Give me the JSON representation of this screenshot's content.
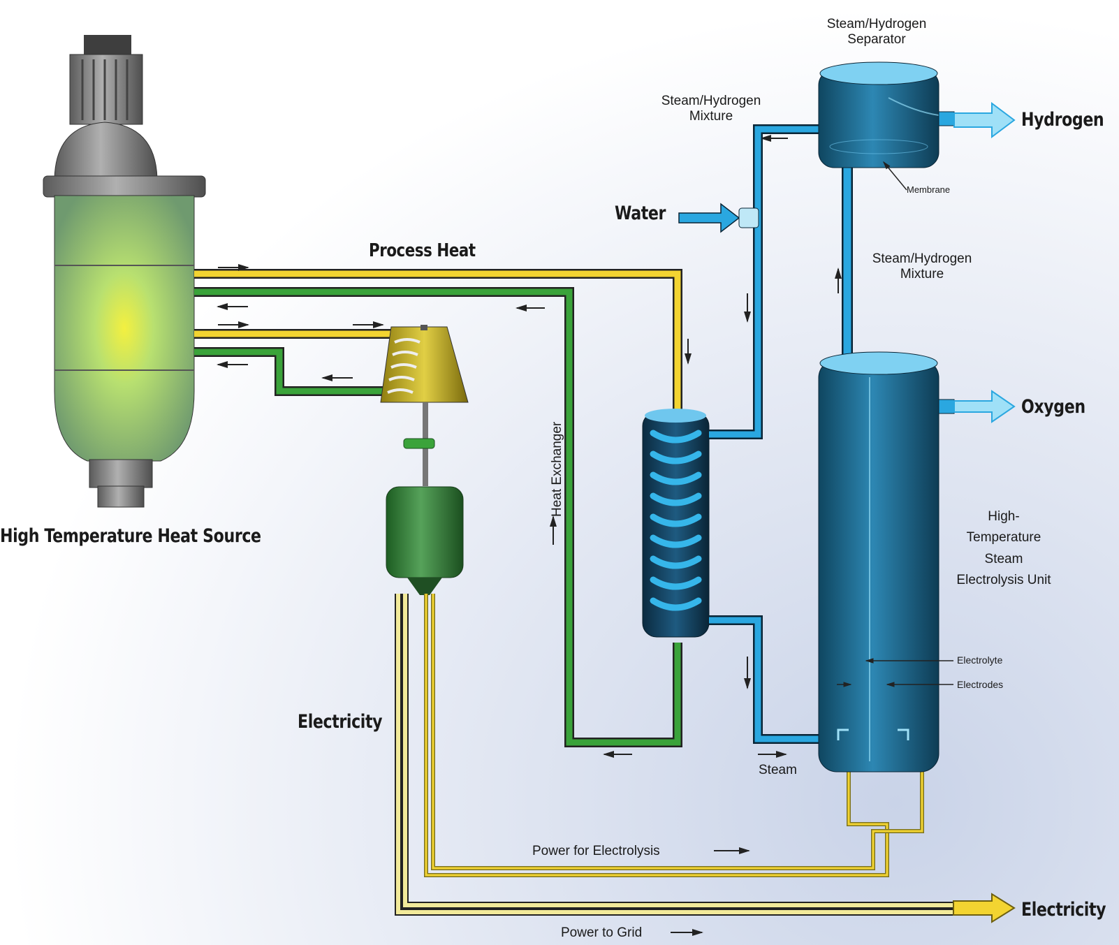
{
  "labels": {
    "heat_source": "High Temperature Heat Source",
    "process_heat": "Process Heat",
    "water": "Water",
    "heat_exchanger": "Heat Exchanger",
    "separator": "Steam/Hydrogen Separator",
    "mixture_top": "Steam/Hydrogen Mixture",
    "mixture_mid": "Steam/Hydrogen Mixture",
    "membrane": "Membrane",
    "hydrogen": "Hydrogen",
    "oxygen": "Oxygen",
    "electrolysis_unit": "High-Temperature Steam Electrolysis Unit",
    "electrolyte": "Electrolyte",
    "electrodes": "Electrodes",
    "steam": "Steam",
    "electricity_left": "Electricity",
    "electricity_right": "Electricity",
    "power_electrolysis": "Power for Electrolysis",
    "power_grid": "Power to Grid"
  },
  "colors": {
    "hot_pipe": "#f3d431",
    "cold_pipe": "#3aa33a",
    "steam_pipe": "#2aa7e0",
    "vessel": "#1f6f95",
    "reactor": "#8a8a8a",
    "reactor_core": "#f2f04a"
  }
}
